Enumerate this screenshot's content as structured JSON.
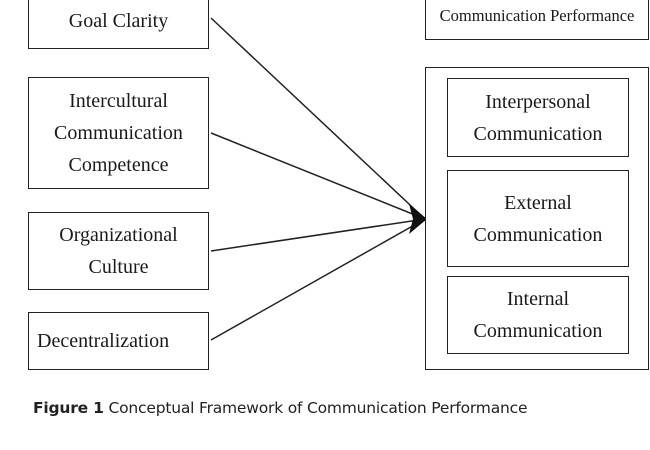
{
  "diagram": {
    "left_boxes": [
      {
        "lines": [
          "Goal Clarity"
        ]
      },
      {
        "lines": [
          "Intercultural",
          "Communication",
          "Competence"
        ]
      },
      {
        "lines": [
          "Organizational",
          "Culture"
        ]
      },
      {
        "lines": [
          "Decentralization"
        ]
      }
    ],
    "right_header": "Communication Performance",
    "right_boxes": [
      {
        "lines": [
          "Interpersonal",
          "Communication"
        ]
      },
      {
        "lines": [
          "External",
          "Communication"
        ]
      },
      {
        "lines": [
          "Internal",
          "Communication"
        ]
      }
    ]
  },
  "caption": {
    "label": "Figure 1",
    "text": "Conceptual Framework of Communication Performance"
  },
  "colors": {
    "line": "#222222",
    "text": "#1a1a1a"
  }
}
